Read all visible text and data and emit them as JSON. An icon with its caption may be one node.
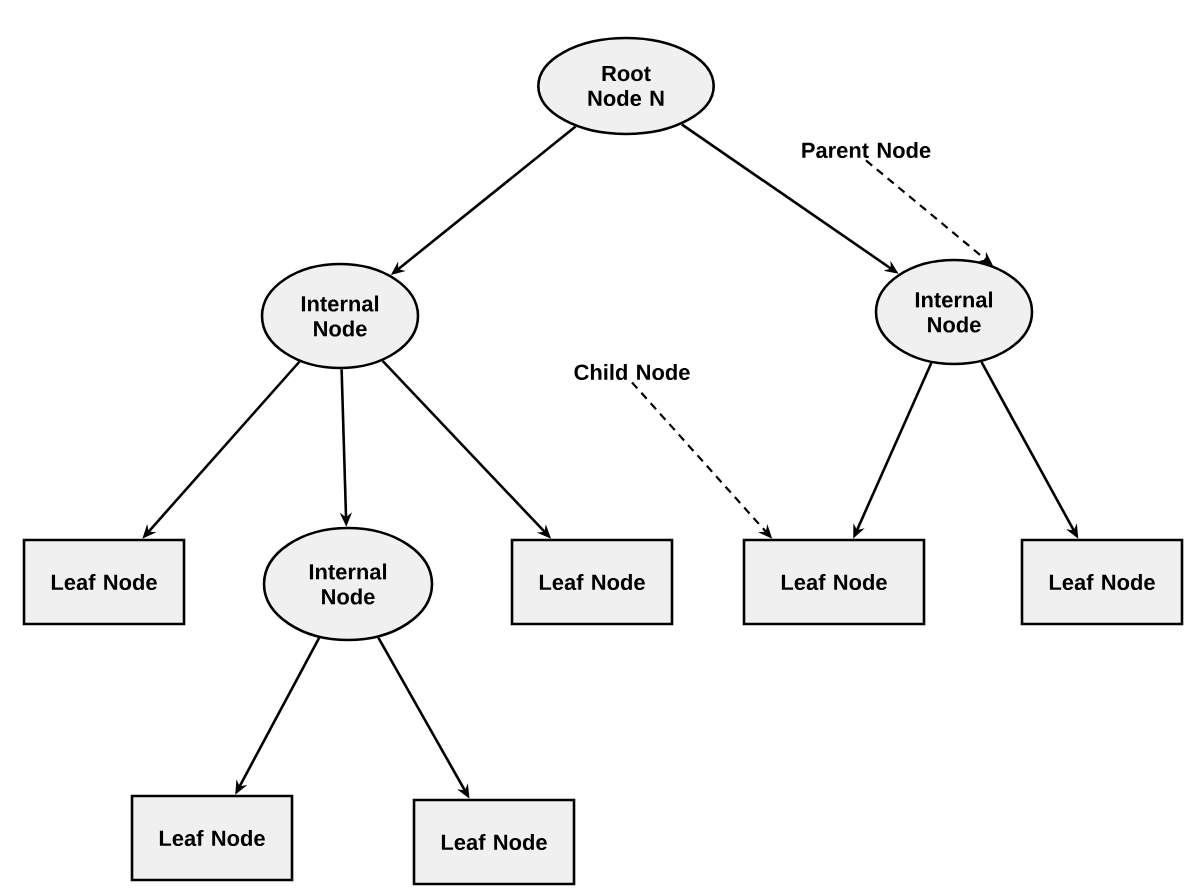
{
  "diagram": {
    "nodes": [
      {
        "text": [
          "Root Node N"
        ]
      },
      {
        "text": [
          "Internal Node"
        ]
      },
      {
        "text": [
          "Internal Node"
        ]
      },
      {
        "text": [
          "Leaf Node"
        ]
      },
      {
        "text": [
          "Internal Node"
        ]
      },
      {
        "text": [
          "Leaf Node"
        ]
      },
      {
        "text": [
          "Leaf Node"
        ]
      },
      {
        "text": [
          "Leaf Node"
        ]
      },
      {
        "text": [
          "Leaf Node"
        ]
      },
      {
        "text": [
          "Leaf Node"
        ]
      },
      {
        "text": [
          "Parent Node"
        ]
      },
      {
        "text": [
          "Child Node"
        ]
      }
    ],
    "edges": [
      {
        "from": 0,
        "to": 1,
        "arrow": "to"
      },
      {
        "from": 0,
        "to": 2,
        "arrow": "to"
      },
      {
        "from": 1,
        "to": 3,
        "arrow": "to"
      },
      {
        "from": 1,
        "to": 4,
        "arrow": "to"
      },
      {
        "from": 1,
        "to": 5,
        "arrow": "to"
      },
      {
        "from": 2,
        "to": 6,
        "arrow": "to"
      },
      {
        "from": 2,
        "to": 7,
        "arrow": "to"
      },
      {
        "from": 4,
        "to": 8,
        "arrow": "to"
      },
      {
        "from": 4,
        "to": 9,
        "arrow": "to"
      },
      {
        "from": 10,
        "to": 2,
        "arrow": "to",
        "style": "dashed"
      },
      {
        "from": 11,
        "to": 6,
        "arrow": "to",
        "style": "dashed"
      }
    ]
  }
}
